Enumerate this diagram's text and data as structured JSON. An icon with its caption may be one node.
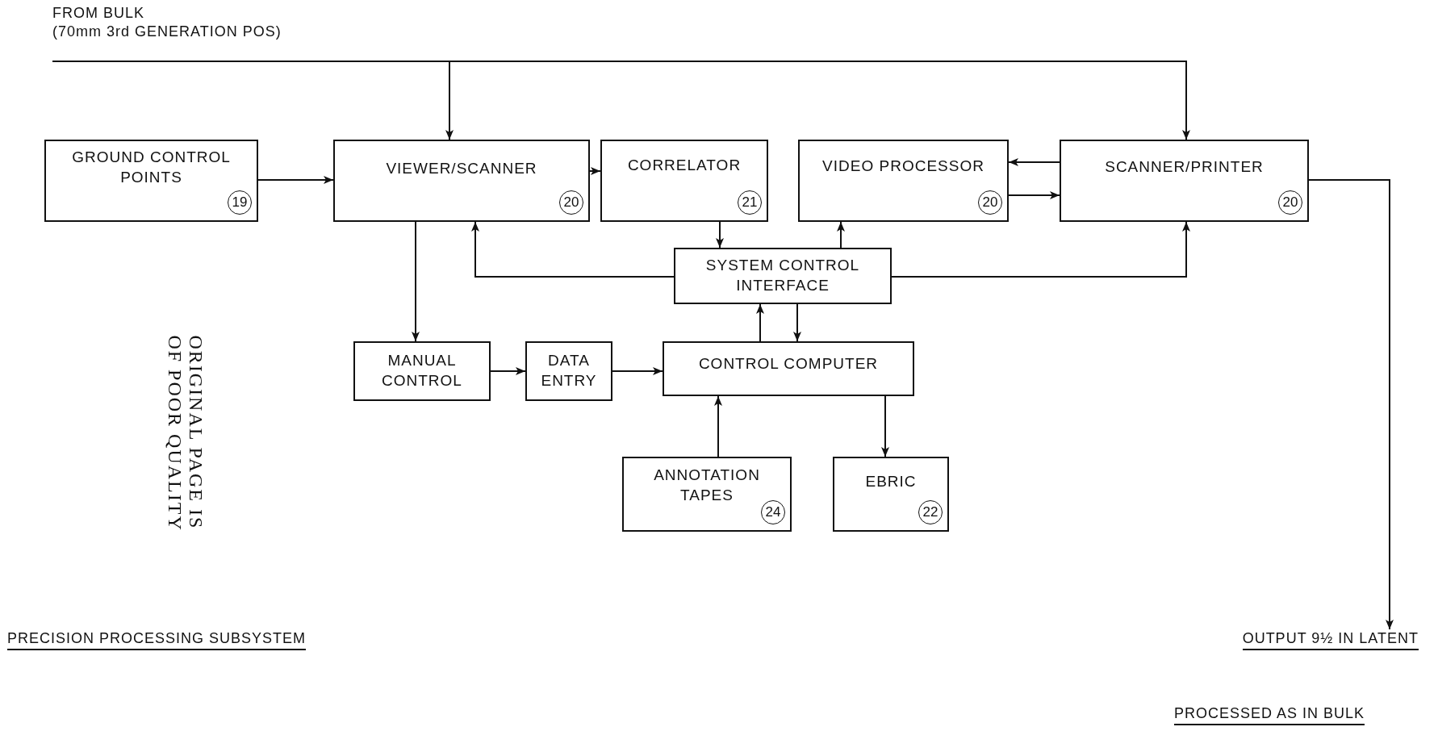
{
  "diagram": {
    "nodes": [
      {
        "text": [
          "FROM BULK",
          "(70mm 3rd GENERATION POS)"
        ]
      },
      {
        "text": [
          "GROUND CONTROL POINTS",
          "19"
        ]
      },
      {
        "text": [
          "VIEWER/SCANNER",
          "20"
        ]
      },
      {
        "text": [
          "CORRELATOR",
          "21"
        ]
      },
      {
        "text": [
          "VIDEO PROCESSOR",
          "20"
        ]
      },
      {
        "text": [
          "SCANNER/PRINTER",
          "20"
        ]
      },
      {
        "text": [
          "SYSTEM CONTROL INTERFACE"
        ]
      },
      {
        "text": [
          "MANUAL CONTROL"
        ]
      },
      {
        "text": [
          "DATA ENTRY"
        ]
      },
      {
        "text": [
          "CONTROL COMPUTER"
        ]
      },
      {
        "text": [
          "ANNOTATION TAPES",
          "24"
        ]
      },
      {
        "text": [
          "EBRIC",
          "22"
        ]
      },
      {
        "text": [
          "OUTPUT 9½ IN LATENT"
        ]
      }
    ],
    "edges": [
      {
        "from": 0,
        "to": 2,
        "arrow": "to"
      },
      {
        "from": 0,
        "to": 5,
        "arrow": "to"
      },
      {
        "from": 1,
        "to": 2,
        "arrow": "to"
      },
      {
        "from": 2,
        "to": 3,
        "arrow": "to"
      },
      {
        "from": 3,
        "to": 6,
        "arrow": "to"
      },
      {
        "from": 6,
        "to": 2,
        "arrow": "to"
      },
      {
        "from": 6,
        "to": 4,
        "arrow": "to"
      },
      {
        "from": 6,
        "to": 5,
        "arrow": "to"
      },
      {
        "from": 5,
        "to": 4,
        "arrow": "to"
      },
      {
        "from": 4,
        "to": 5,
        "arrow": "to"
      },
      {
        "from": 2,
        "to": 7,
        "arrow": "to"
      },
      {
        "from": 7,
        "to": 8,
        "arrow": "to"
      },
      {
        "from": 8,
        "to": 9,
        "arrow": "to"
      },
      {
        "from": 9,
        "to": 6,
        "arrow": "to"
      },
      {
        "from": 6,
        "to": 9,
        "arrow": "to"
      },
      {
        "from": 10,
        "to": 9,
        "arrow": "to"
      },
      {
        "from": 9,
        "to": 11,
        "arrow": "to"
      },
      {
        "from": 5,
        "to": 12,
        "arrow": "to"
      }
    ],
    "labels": [
      "ORIGINAL PAGE IS OF POOR QUALITY",
      "PRECISION PROCESSING SUBSYSTEM",
      "PROCESSED AS IN BULK"
    ]
  }
}
